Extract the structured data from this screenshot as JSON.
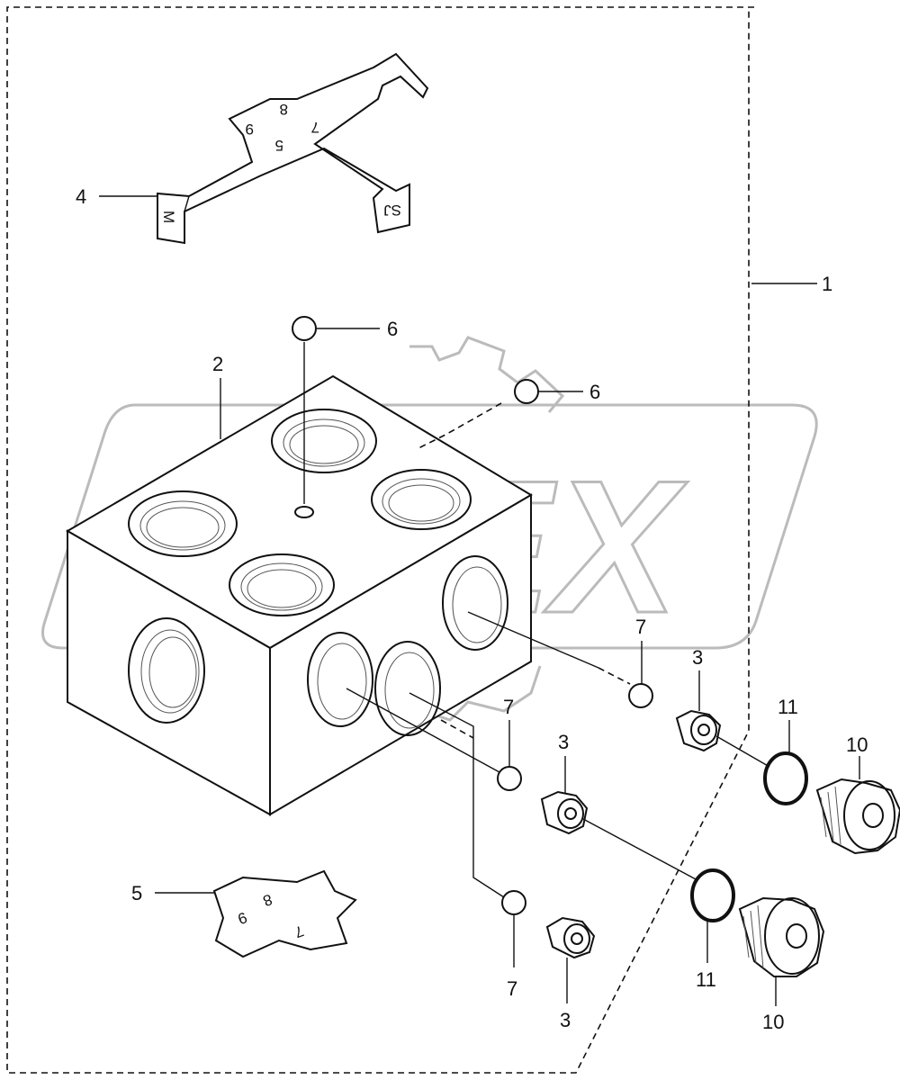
{
  "watermark": {
    "text": "OPEX"
  },
  "callouts": {
    "c1": "1",
    "c2": "2",
    "c3a": "3",
    "c3b": "3",
    "c3c": "3",
    "c4": "4",
    "c5": "5",
    "c6a": "6",
    "c6b": "6",
    "c7a": "7",
    "c7b": "7",
    "c7c": "7",
    "c10a": "10",
    "c10b": "10",
    "c11a": "11",
    "c11b": "11"
  },
  "part4_marks": {
    "m1": "8",
    "m2": "7",
    "m3": "9",
    "m4": "5",
    "m5": "M",
    "m6": "SJ"
  },
  "part5_marks": {
    "m1": "8",
    "m2": "9",
    "m3": "7"
  }
}
